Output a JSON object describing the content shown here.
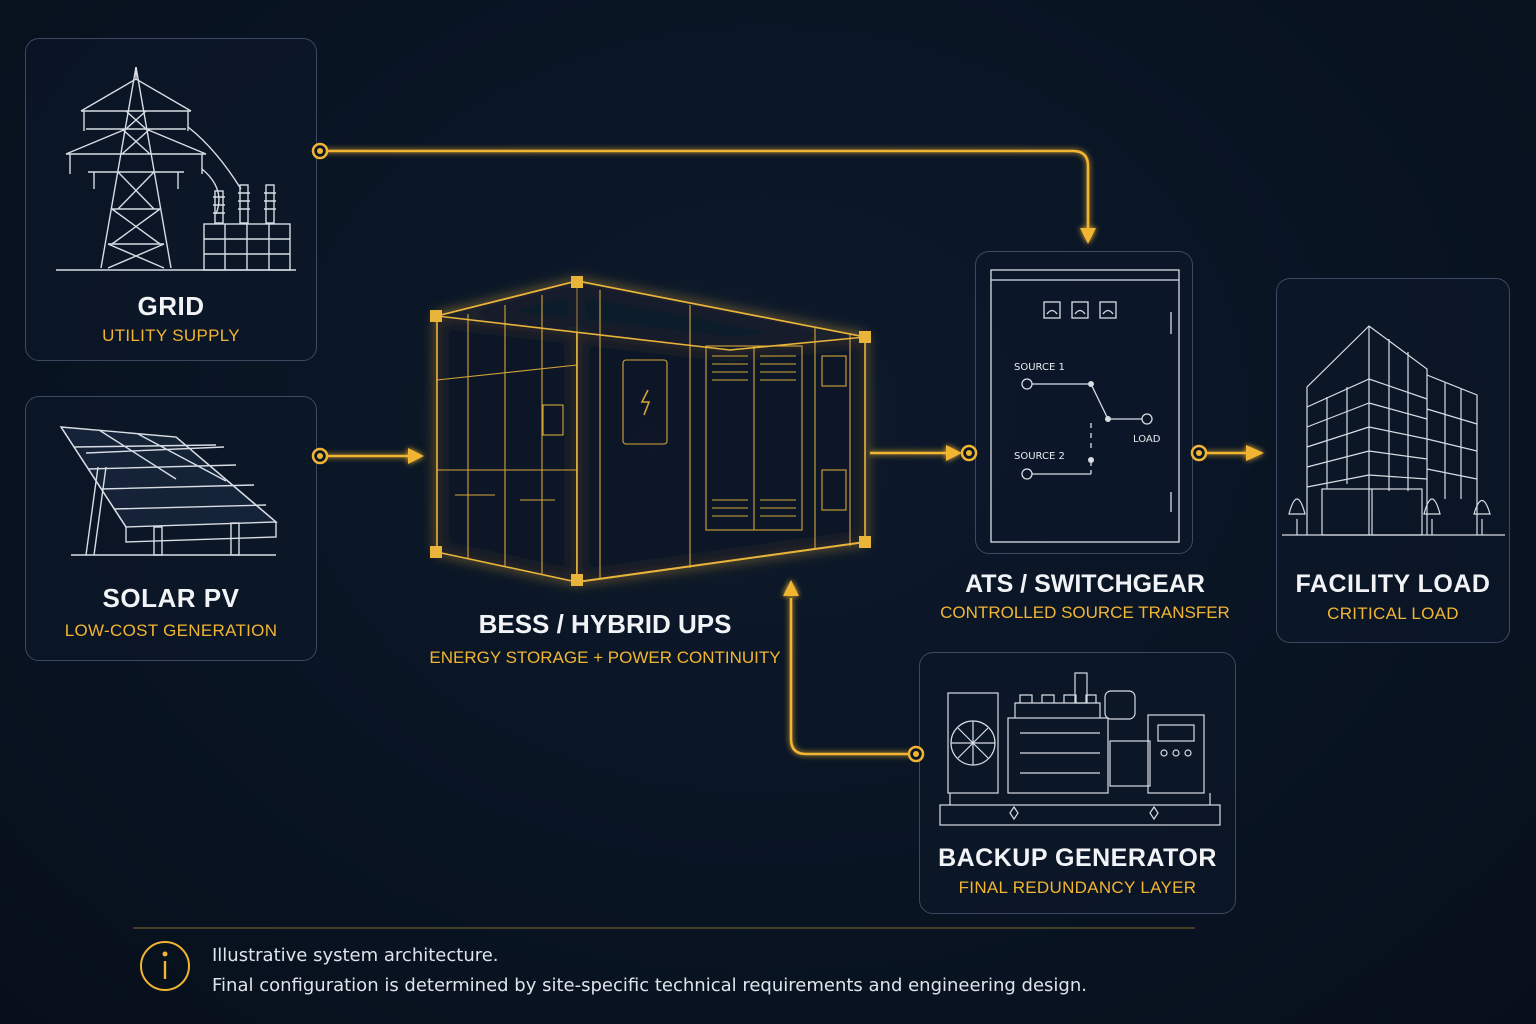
{
  "nodes": {
    "grid": {
      "title": "GRID",
      "subtitle": "UTILITY SUPPLY",
      "icon": "transmission-tower-icon"
    },
    "solar": {
      "title": "SOLAR PV",
      "subtitle": "LOW-COST GENERATION",
      "icon": "solar-panel-icon"
    },
    "bess": {
      "title": "BESS / HYBRID UPS",
      "subtitle": "ENERGY STORAGE + POWER CONTINUITY",
      "icon": "battery-container-icon"
    },
    "ats": {
      "title": "ATS / SWITCHGEAR",
      "subtitle": "CONTROLLED SOURCE TRANSFER",
      "icon": "switchgear-cabinet-icon",
      "source1_label": "SOURCE 1",
      "source2_label": "SOURCE 2",
      "load_label": "LOAD"
    },
    "facility": {
      "title": "FACILITY LOAD",
      "subtitle": "CRITICAL LOAD",
      "icon": "office-building-icon"
    },
    "generator": {
      "title": "BACKUP GENERATOR",
      "subtitle": "FINAL REDUNDANCY LAYER",
      "icon": "diesel-generator-icon"
    }
  },
  "connections": [
    {
      "from": "grid",
      "to": "ats"
    },
    {
      "from": "solar",
      "to": "bess"
    },
    {
      "from": "bess",
      "to": "ats"
    },
    {
      "from": "ats",
      "to": "facility"
    },
    {
      "from": "generator",
      "to": "bess"
    }
  ],
  "footer": {
    "icon": "info-icon",
    "line1": "Illustrative system architecture.",
    "line2": "Final configuration is determined by site-specific technical requirements and engineering design."
  },
  "colors": {
    "background": "#091423",
    "accent": "#f2b533",
    "card_border": "#3a4a60",
    "text": "#f1f3f6",
    "line_art": "#d8dde4"
  }
}
